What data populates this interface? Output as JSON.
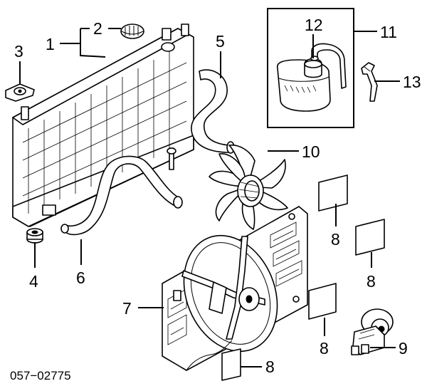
{
  "diagram_code": "057−02775",
  "callouts": {
    "c1": "1",
    "c2": "2",
    "c3": "3",
    "c4": "4",
    "c5": "5",
    "c6": "6",
    "c7": "7",
    "c8a": "8",
    "c8b": "8",
    "c8c": "8",
    "c8d": "8",
    "c9": "9",
    "c10": "10",
    "c11": "11",
    "c12": "12",
    "c13": "13"
  }
}
